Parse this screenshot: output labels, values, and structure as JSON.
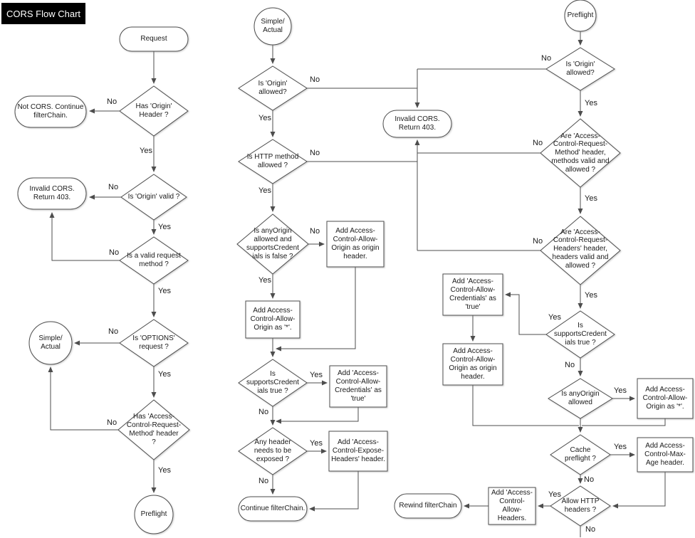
{
  "header": {
    "title": "CORS Flow Chart"
  },
  "labels": {
    "yes": "Yes",
    "no": "No"
  },
  "colors": {
    "title_bg": "#000000",
    "title_text": "#ffffff",
    "shape_stroke": "#4d4d4d",
    "shape_fill": "#ffffff"
  },
  "nodes": {
    "request": "Request",
    "has_origin": "Has 'Origin'\nHeader ?",
    "not_cors": "Not CORS. Continue\nfilterChain.",
    "origin_valid": "Is 'Origin' valid ?",
    "invalid_cors_left": "Invalid CORS.\nReturn 403.",
    "valid_method": "Is a valid request\nmethod ?",
    "options_request": "Is 'OPTIONS'\nrequest ?",
    "simple_actual_left": "Simple/\nActual",
    "has_acrm": "Has 'Access-\nControl-Request-\nMethod' header\n?",
    "preflight_left": "Preflight",
    "simple_actual_mid": "Simple/\nActual",
    "origin_allowed_mid": "Is 'Origin'\nallowed?",
    "invalid_cors_mid": "Invalid CORS.\nReturn 403.",
    "http_method": "Is HTTP method\nallowed ?",
    "anyorigin_mid": "Is anyOrigin\nallowed and\nsupportsCredent\nials is false ?",
    "add_acao_origin_mid": "Add Access-\nControl-Allow-\nOrigin as origin\nheader.",
    "add_acao_star_mid": "Add Access-\nControl-Allow-\nOrigin as '*'.",
    "supports_cred_mid": "Is\nsupportsCredent\nials true ?",
    "add_acac_mid": "Add 'Access-\nControl-Allow-\nCredentials' as\n'true'",
    "any_header": "Any header\nneeds to be\nexposed ?",
    "add_aceh": "Add 'Access-\nControl-Expose-\nHeaders' header.",
    "continue_filterchain": "Continue filterChain.",
    "preflight_right": "Preflight",
    "origin_allowed_right": "Is 'Origin'\nallowed?",
    "acrm_valid": "Are 'Access-\nControl-Request-\nMethod' header,\nmethods  valid and\nallowed ?",
    "acrh_valid": "Are 'Access-\nControl-Request-\nHeaders' header,\nheaders valid and\nallowed ?",
    "supports_cred_right": "Is\nsupportsCredent\nials true ?",
    "add_acac_right": "Add 'Access-\nControl-Allow-\nCredentials' as\n'true'",
    "add_acao_origin_right": "Add Access-\nControl-Allow-\nOrigin as origin\nheader.",
    "anyorigin_right": "Is anyOrigin\nallowed",
    "add_acao_star_right": "Add Access-\nControl-Allow-\nOrigin as '*'.",
    "cache_preflight": "Cache\npreflight ?",
    "add_max_age": "Add Access-\nControl-Max-\nAge header.",
    "allow_http_headers": "Allow HTTP\nheaders ?",
    "add_allow_headers": "Add 'Access-\nControl-\nAllow-\nHeaders.",
    "rewind_filterchain": "Rewind filterChain"
  }
}
